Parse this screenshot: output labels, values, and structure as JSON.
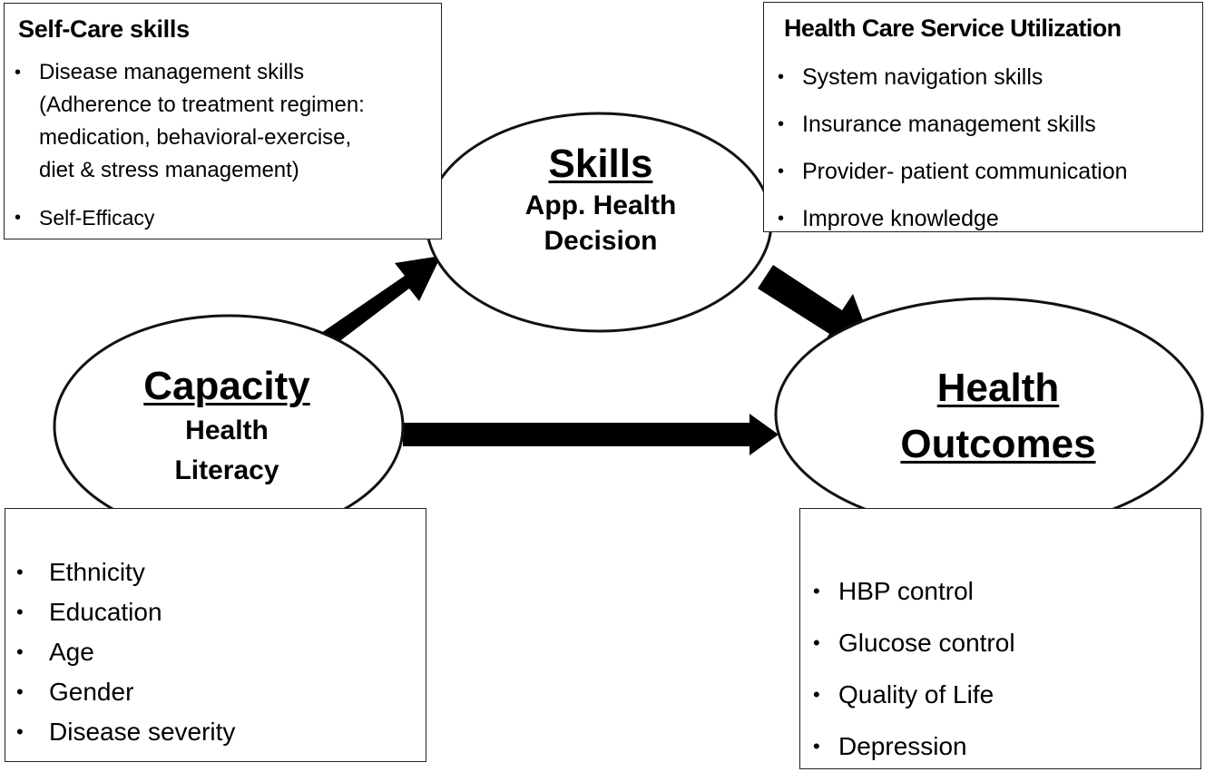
{
  "self_care": {
    "title": "Self-Care skills",
    "items": [
      "Disease management skills",
      "(Adherence to treatment regimen:",
      "medication, behavioral-exercise,",
      "diet & stress management)",
      "Self-Efficacy"
    ]
  },
  "service_utilization": {
    "title": "Health Care Service Utilization",
    "items": [
      "System navigation skills",
      "Insurance management skills",
      "Provider- patient communication",
      "Improve knowledge"
    ]
  },
  "skills_node": {
    "title": "Skills",
    "line1": "App. Health",
    "line2": "Decision"
  },
  "capacity_node": {
    "title": "Capacity",
    "line1": "Health",
    "line2": "Literacy"
  },
  "outcomes_node": {
    "line1": "Health",
    "line2": "Outcomes"
  },
  "capacity_factors": {
    "items": [
      "Ethnicity",
      "Education",
      "Age",
      "Gender",
      "Disease severity"
    ]
  },
  "outcomes_list": {
    "items": [
      "HBP control",
      "Glucose control",
      "Quality of Life",
      "Depression"
    ]
  },
  "colors": {
    "arrow": "#000000",
    "border": "#222222"
  }
}
